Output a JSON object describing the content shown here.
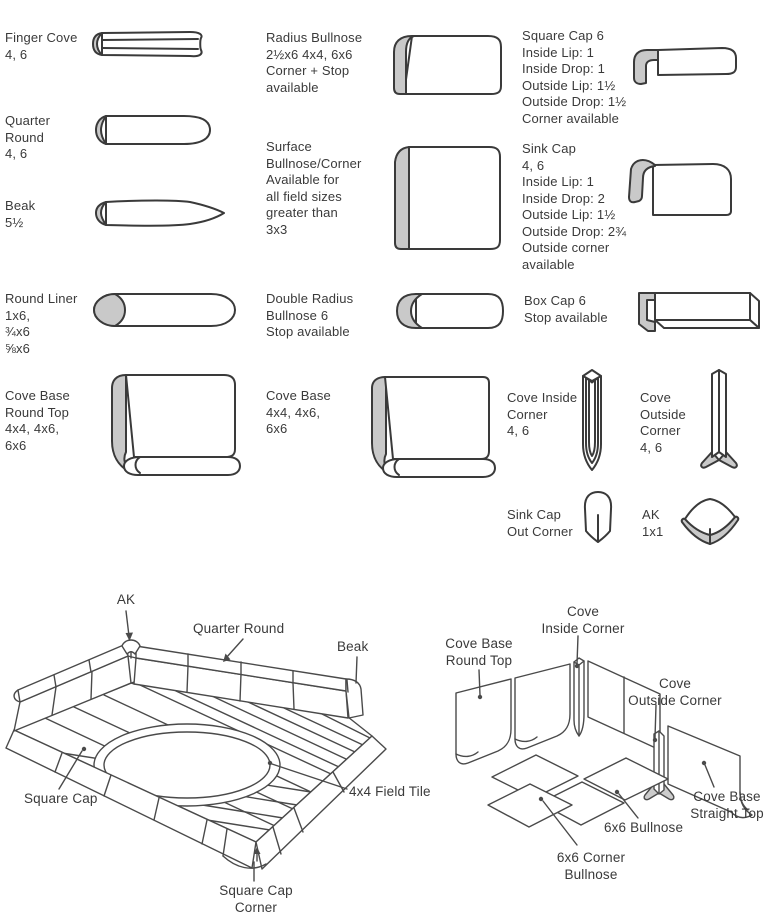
{
  "palette": {
    "ink": "#3a3a3a",
    "trim_gray": "#c9c9c9",
    "background": "#ffffff"
  },
  "catalog": {
    "finger_cove": {
      "text": "Finger Cove\n4, 6"
    },
    "quarter_round": {
      "text": "Quarter\nRound\n4, 6"
    },
    "beak": {
      "text": "Beak\n5½"
    },
    "round_liner": {
      "text": "Round Liner\n1x6,\n¾x6\n⅝x6"
    },
    "cove_base_round_top": {
      "text": "Cove Base\nRound Top\n4x4, 4x6,\n6x6"
    },
    "radius_bullnose": {
      "text": "Radius Bullnose\n2½x6 4x4, 6x6\nCorner + Stop\navailable"
    },
    "surface_bullnose": {
      "text": "Surface\nBullnose/Corner\nAvailable for\nall field sizes\ngreater than\n3x3"
    },
    "double_radius_bullnose": {
      "text": "Double Radius\nBullnose 6\nStop available"
    },
    "cove_base": {
      "text": "Cove Base\n4x4, 4x6,\n6x6"
    },
    "square_cap": {
      "text": "Square Cap 6\nInside Lip: 1\nInside Drop: 1\nOutside Lip: 1½\nOutside Drop: 1½\nCorner available"
    },
    "sink_cap": {
      "text": "Sink Cap\n4, 6\nInside Lip: 1\nInside Drop: 2\nOutside Lip: 1½\nOutside Drop: 2¾\nOutside corner\navailable"
    },
    "box_cap": {
      "text": "Box Cap 6\nStop available"
    },
    "cove_inside_corner": {
      "text": "Cove Inside\nCorner\n4, 6"
    },
    "cove_outside_corner": {
      "text": "Cove\nOutside\nCorner\n4, 6"
    },
    "sink_cap_out_corner": {
      "text": "Sink Cap\nOut Corner"
    },
    "ak": {
      "text": "AK\n1x1"
    }
  },
  "left_illustration": {
    "labels": {
      "ak": "AK",
      "quarter_round": "Quarter Round",
      "beak": "Beak",
      "square_cap": "Square Cap",
      "field_tile": "4x4 Field Tile",
      "square_cap_corner": "Square Cap\nCorner"
    }
  },
  "right_illustration": {
    "labels": {
      "cove_inside_corner": "Cove\nInside Corner",
      "cove_base_round_top": "Cove Base\nRound Top",
      "cove_outside_corner": "Cove\nOutside Corner",
      "cove_base_straight_top": "Cove Base\nStraight Top",
      "bullnose_6x6": "6x6 Bullnose",
      "corner_bullnose_6x6": "6x6 Corner\nBullnose"
    }
  }
}
